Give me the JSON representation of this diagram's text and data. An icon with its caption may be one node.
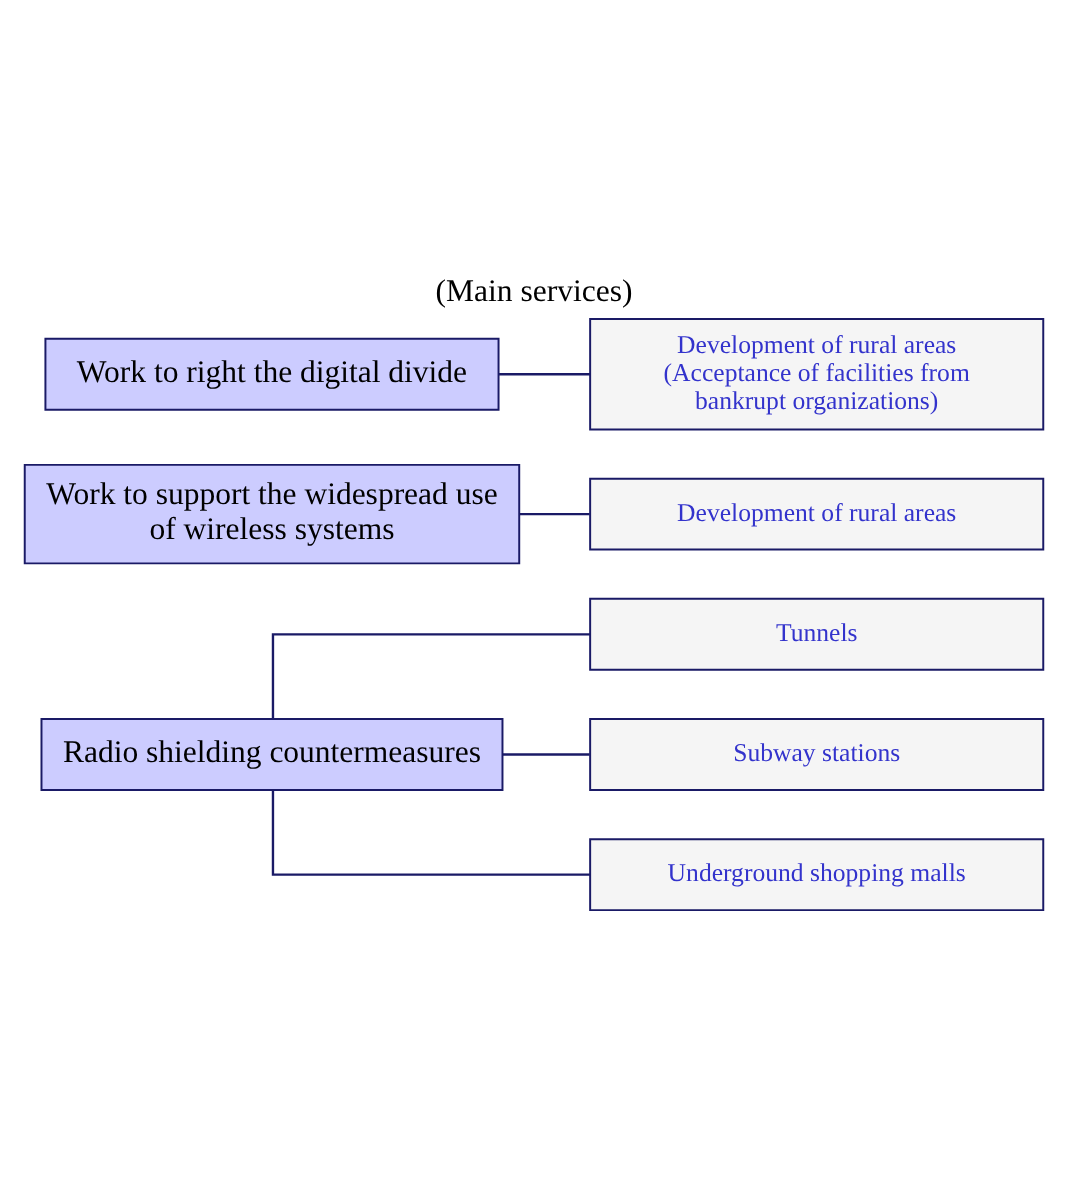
{
  "diagram": {
    "title": "(Main services)",
    "nodes": [
      {
        "text": [
          "Radio shielding countermeasures"
        ]
      },
      {
        "text": [
          "Tunnels"
        ]
      },
      {
        "text": [
          "Subway stations"
        ]
      },
      {
        "text": [
          "Underground shopping malls"
        ]
      },
      {
        "text": [
          "Work to support the widespread use of wireless systems"
        ]
      },
      {
        "text": [
          "Development of rural areas"
        ]
      },
      {
        "text": [
          "Work to right the digital divide"
        ]
      },
      {
        "text": [
          "Development of rural areas (Acceptance of facilities from bankrupt organizations)"
        ]
      }
    ],
    "edges": [
      {
        "from": 0,
        "to": 1,
        "arrow": "none"
      },
      {
        "from": 0,
        "to": 2,
        "arrow": "none"
      },
      {
        "from": 0,
        "to": 3,
        "arrow": "none"
      },
      {
        "from": 4,
        "to": 5,
        "arrow": "none"
      },
      {
        "from": 6,
        "to": 7,
        "arrow": "none"
      }
    ]
  }
}
